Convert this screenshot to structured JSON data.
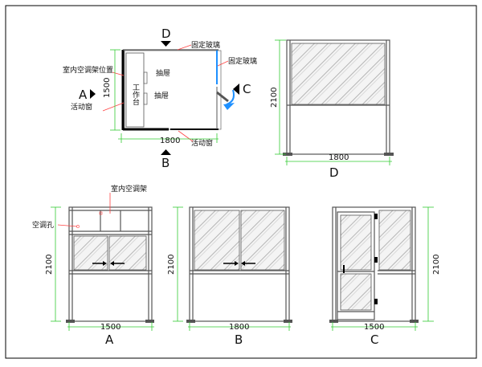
{
  "labels": {
    "fixed_glass_1": "固定玻璃",
    "fixed_glass_2": "固定玻璃",
    "ac_position": "室内空调架位置",
    "workbench": "工作台",
    "drawer_1": "抽屉",
    "drawer_2": "抽屉",
    "sliding_window_1": "活动窗",
    "sliding_window_2": "活动窗",
    "ac_rack": "室内空调架",
    "ac_hole": "空调孔"
  },
  "views": {
    "top": "D",
    "left": "A",
    "right": "C",
    "bottom": "B"
  },
  "elevation_titles": {
    "a": "A",
    "b": "B",
    "c": "C",
    "d": "D"
  },
  "dimensions": {
    "plan_width": "1800",
    "plan_depth": "1500",
    "d_width": "1800",
    "d_height": "2100",
    "a_width": "1500",
    "a_height": "2100",
    "b_width": "1800",
    "b_height": "2100",
    "c_width": "1500",
    "c_height": "2100"
  },
  "colors": {
    "dimension_line": "#33cc33",
    "leader_line": "#ff4444",
    "frame": "#555555",
    "wall": "#000000",
    "door_swing": "#1e90ff"
  }
}
